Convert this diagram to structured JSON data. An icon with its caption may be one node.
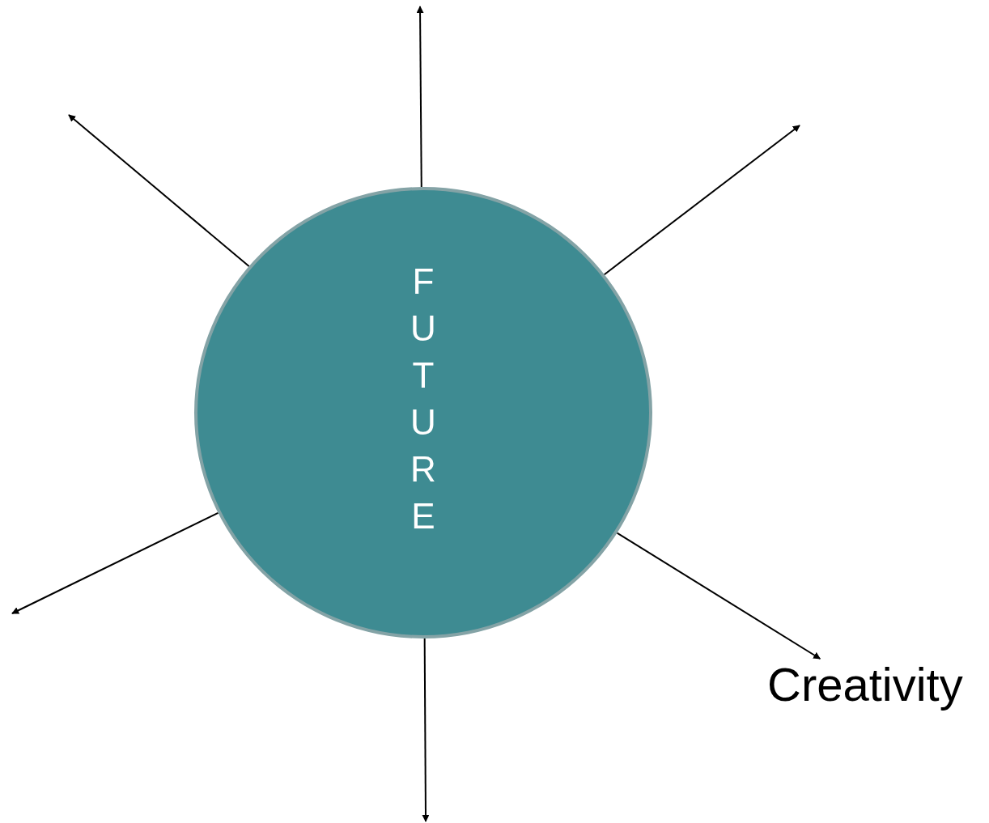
{
  "diagram": {
    "nodes": [
      {
        "text": [
          "FUTURE"
        ]
      },
      {
        "text": [
          "Creativity"
        ]
      }
    ],
    "edges": [
      {
        "from": 0,
        "to": null,
        "arrow": "to"
      },
      {
        "from": 0,
        "to": null,
        "arrow": "to"
      },
      {
        "from": 0,
        "to": null,
        "arrow": "to"
      },
      {
        "from": 0,
        "to": null,
        "arrow": "to"
      },
      {
        "from": 0,
        "to": 1,
        "arrow": "to"
      },
      {
        "from": 0,
        "to": null,
        "arrow": "to"
      }
    ]
  }
}
